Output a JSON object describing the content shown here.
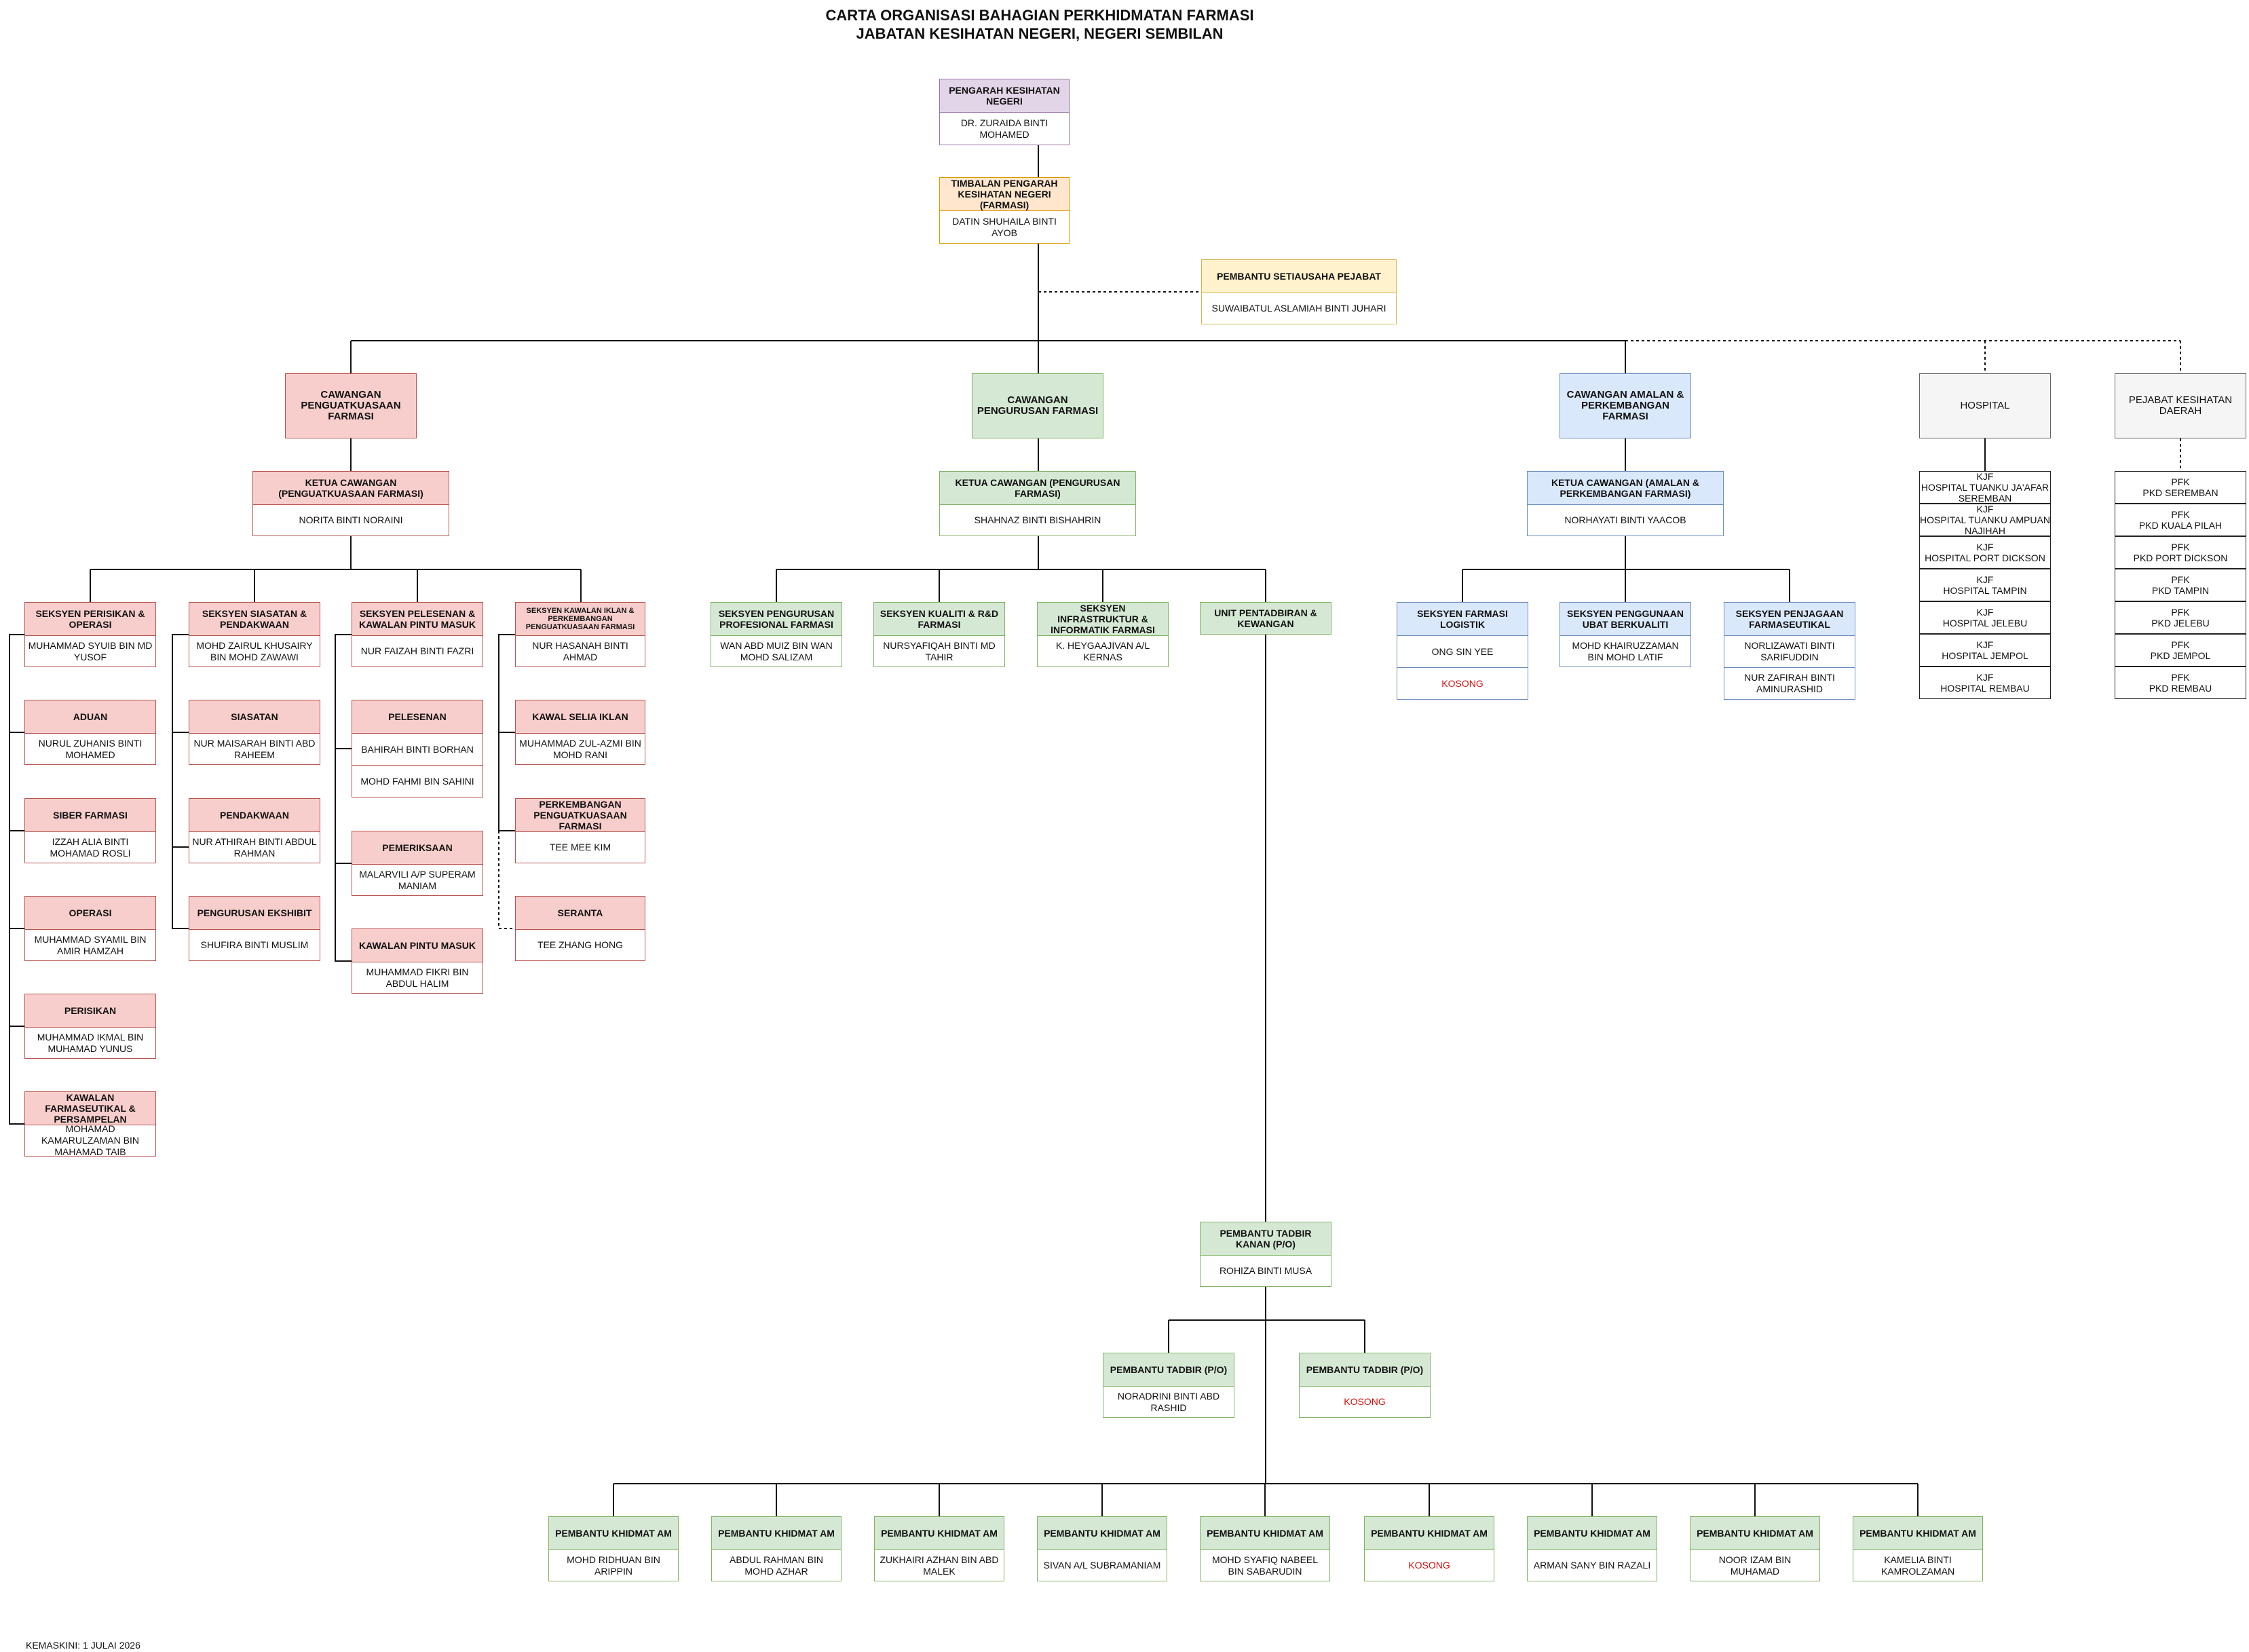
{
  "title": {
    "line1": "CARTA ORGANISASI BAHAGIAN PERKHIDMATAN FARMASI",
    "line2": "JABATAN KESIHATAN NEGERI, NEGERI SEMBILAN"
  },
  "footer": "KEMASKINI: 1 JULAI 2026",
  "palette": {
    "purple": "#e1d5e7",
    "orange": "#ffe6cc",
    "yellow": "#fff2cc",
    "pink": "#f8cecc",
    "green": "#d5e8d4",
    "blue": "#dae8fc",
    "grey": "#f5f5f5",
    "vacant_text": "#d01010"
  },
  "nodes": {
    "pengarah": {
      "title": "PENGARAH KESIHATAN NEGERI",
      "people": [
        "DR. ZURAIDA BINTI MOHAMED"
      ]
    },
    "timbalan": {
      "title": "TIMBALAN PENGARAH KESIHATAN NEGERI (FARMASI)",
      "people": [
        "DATIN SHUHAILA BINTI AYOB"
      ]
    },
    "setiausaha": {
      "title": "PEMBANTU SETIAUSAHA PEJABAT",
      "people": [
        "SUWAIBATUL ASLAMIAH BINTI JUHARI"
      ]
    },
    "cw_penguat": {
      "title": "CAWANGAN PENGUATKUASAAN FARMASI"
    },
    "cw_pengurusan": {
      "title": "CAWANGAN PENGURUSAN FARMASI"
    },
    "cw_amalan": {
      "title": "CAWANGAN AMALAN & PERKEMBANGAN FARMASI"
    },
    "hospital": {
      "title": "HOSPITAL"
    },
    "pkd": {
      "title": "PEJABAT KESIHATAN DAERAH"
    },
    "kt_penguat": {
      "title": "KETUA CAWANGAN (PENGUATKUASAAN FARMASI)",
      "people": [
        "NORITA BINTI NORAINI"
      ]
    },
    "kt_pengurusan": {
      "title": "KETUA CAWANGAN (PENGURUSAN FARMASI)",
      "people": [
        "SHAHNAZ BINTI BISHAHRIN"
      ]
    },
    "kt_amalan": {
      "title": "KETUA CAWANGAN (AMALAN & PERKEMBANGAN FARMASI)",
      "people": [
        "NORHAYATI BINTI YAACOB"
      ]
    },
    "sk_perisikan": {
      "title": "SEKSYEN PERISIKAN & OPERASI",
      "people": [
        "MUHAMMAD SYUIB BIN MD YUSOF"
      ]
    },
    "aduan": {
      "title": "ADUAN",
      "people": [
        "NURUL ZUHANIS BINTI MOHAMED"
      ]
    },
    "siber": {
      "title": "SIBER FARMASI",
      "people": [
        "IZZAH ALIA BINTI MOHAMAD ROSLI"
      ]
    },
    "operasi": {
      "title": "OPERASI",
      "people": [
        "MUHAMMAD SYAMIL BIN AMIR HAMZAH"
      ]
    },
    "perisikan": {
      "title": "PERISIKAN",
      "people": [
        "MUHAMMAD IKMAL BIN MUHAMAD YUNUS"
      ]
    },
    "kawalan_farm": {
      "title": "KAWALAN FARMASEUTIKAL & PERSAMPELAN",
      "people": [
        "MOHAMAD KAMARULZAMAN BIN MAHAMAD TAIB"
      ]
    },
    "sk_siasatan": {
      "title": "SEKSYEN SIASATAN & PENDAKWAAN",
      "people": [
        "MOHD ZAIRUL KHUSAIRY BIN MOHD ZAWAWI"
      ]
    },
    "siasatan": {
      "title": "SIASATAN",
      "people": [
        "NUR MAISARAH BINTI ABD RAHEEM"
      ]
    },
    "pendakwaan": {
      "title": "PENDAKWAAN",
      "people": [
        "NUR ATHIRAH BINTI ABDUL RAHMAN"
      ]
    },
    "eksibit": {
      "title": "PENGURUSAN EKSHIBIT",
      "people": [
        "SHUFIRA BINTI MUSLIM"
      ]
    },
    "sk_pelesenan": {
      "title": "SEKSYEN PELESENAN & KAWALAN PINTU MASUK",
      "people": [
        "NUR FAIZAH BINTI FAZRI"
      ]
    },
    "pelesenan": {
      "title": "PELESENAN",
      "people": [
        "BAHIRAH BINTI BORHAN",
        "MOHD FAHMI BIN SAHINI"
      ]
    },
    "pemeriksaan": {
      "title": "PEMERIKSAAN",
      "people": [
        "MALARVILI A/P SUPERAM MANIAM"
      ]
    },
    "pintu": {
      "title": "KAWALAN PINTU MASUK",
      "people": [
        "MUHAMMAD FIKRI BIN ABDUL HALIM"
      ]
    },
    "sk_kawalan_iklan": {
      "title": "SEKSYEN KAWALAN IKLAN & PERKEMBANGAN PENGUATKUASAAN FARMASI",
      "people": [
        "NUR HASANAH BINTI AHMAD"
      ]
    },
    "kawal_selia": {
      "title": "KAWAL SELIA IKLAN",
      "people": [
        "MUHAMMAD ZUL-AZMI BIN MOHD RANI"
      ]
    },
    "perkembangan": {
      "title": "PERKEMBANGAN PENGUATKUASAAN FARMASI",
      "people": [
        "TEE MEE KIM"
      ]
    },
    "seranta": {
      "title": "SERANTA",
      "people": [
        "TEE ZHANG HONG"
      ]
    },
    "sk_profesional": {
      "title": "SEKSYEN PENGURUSAN PROFESIONAL FARMASI",
      "people": [
        "WAN ABD MUIZ BIN WAN MOHD SALIZAM"
      ]
    },
    "sk_kualiti": {
      "title": "SEKSYEN KUALITI & R&D FARMASI",
      "people": [
        "NURSYAFIQAH BINTI MD TAHIR"
      ]
    },
    "sk_infra": {
      "title": "SEKSYEN INFRASTRUKTUR & INFORMATIK FARMASI",
      "people": [
        "K. HEYGAAJIVAN A/L KERNAS"
      ]
    },
    "unit_pentadbiran": {
      "title": "UNIT PENTADBIRAN & KEWANGAN"
    },
    "sk_logistik": {
      "title": "SEKSYEN FARMASI LOGISTIK",
      "people": [
        "ONG SIN YEE",
        "KOSONG"
      ]
    },
    "sk_penggunaan": {
      "title": "SEKSYEN PENGGUNAAN UBAT BERKUALITI",
      "people": [
        "MOHD KHAIRUZZAMAN BIN MOHD LATIF"
      ]
    },
    "sk_penjagaan": {
      "title": "SEKSYEN PENJAGAAN FARMASEUTIKAL",
      "people": [
        "NORLIZAWATI BINTI SARIFUDDIN",
        "NUR ZAFIRAH BINTI AMINURASHID"
      ]
    },
    "pt_kanan": {
      "title": "PEMBANTU TADBIR KANAN (P/O)",
      "people": [
        "ROHIZA BINTI MUSA"
      ]
    },
    "pt1": {
      "title": "PEMBANTU TADBIR (P/O)",
      "people": [
        "NORADRINI BINTI ABD RASHID"
      ]
    },
    "pt2": {
      "title": "PEMBANTU TADBIR (P/O)",
      "people": [
        "KOSONG"
      ]
    },
    "pka1": {
      "title": "PEMBANTU KHIDMAT AM",
      "people": [
        "MOHD RIDHUAN BIN ARIPPIN"
      ]
    },
    "pka2": {
      "title": "PEMBANTU KHIDMAT AM",
      "people": [
        "ABDUL RAHMAN BIN MOHD AZHAR"
      ]
    },
    "pka3": {
      "title": "PEMBANTU KHIDMAT AM",
      "people": [
        "ZUKHAIRI AZHAN BIN ABD MALEK"
      ]
    },
    "pka4": {
      "title": "PEMBANTU KHIDMAT AM",
      "people": [
        "SIVAN A/L SUBRAMANIAM"
      ]
    },
    "pka5": {
      "title": "PEMBANTU KHIDMAT AM",
      "people": [
        "MOHD SYAFIQ NABEEL BIN SABARUDIN"
      ]
    },
    "pka6": {
      "title": "PEMBANTU KHIDMAT AM",
      "people": [
        "KOSONG"
      ]
    },
    "pka7": {
      "title": "PEMBANTU KHIDMAT AM",
      "people": [
        "ARMAN SANY BIN RAZALI"
      ]
    },
    "pka8": {
      "title": "PEMBANTU KHIDMAT AM",
      "people": [
        "NOOR IZAM BIN MUHAMAD"
      ]
    },
    "pka9": {
      "title": "PEMBANTU KHIDMAT AM",
      "people": [
        "KAMELIA BINTI KAMROLZAMAN"
      ]
    }
  },
  "hospital_list": [
    [
      "KJF",
      "HOSPITAL TUANKU JA'AFAR SEREMBAN"
    ],
    [
      "KJF",
      "HOSPITAL TUANKU AMPUAN NAJIHAH"
    ],
    [
      "KJF",
      "HOSPITAL PORT DICKSON"
    ],
    [
      "KJF",
      "HOSPITAL TAMPIN"
    ],
    [
      "KJF",
      "HOSPITAL JELEBU"
    ],
    [
      "KJF",
      "HOSPITAL JEMPOL"
    ],
    [
      "KJF",
      "HOSPITAL REMBAU"
    ]
  ],
  "pkd_list": [
    [
      "PFK",
      "PKD SEREMBAN"
    ],
    [
      "PFK",
      "PKD KUALA PILAH"
    ],
    [
      "PFK",
      "PKD PORT DICKSON"
    ],
    [
      "PFK",
      "PKD TAMPIN"
    ],
    [
      "PFK",
      "PKD JELEBU"
    ],
    [
      "PFK",
      "PKD JEMPOL"
    ],
    [
      "PFK",
      "PKD REMBAU"
    ]
  ]
}
